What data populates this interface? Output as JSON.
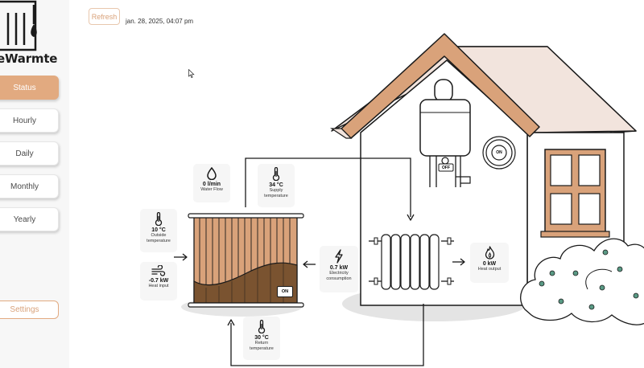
{
  "app": {
    "brand": "eWarmte"
  },
  "nav": {
    "items": [
      {
        "label": "Status",
        "active": true
      },
      {
        "label": "Hourly",
        "active": false
      },
      {
        "label": "Daily",
        "active": false
      },
      {
        "label": "Monthly",
        "active": false
      },
      {
        "label": "Yearly",
        "active": false
      }
    ],
    "settings_label": "Settings"
  },
  "header": {
    "refresh_label": "Refresh",
    "timestamp": "jan. 28, 2025, 04:07 pm"
  },
  "metrics": {
    "water_flow": {
      "value": "0 l/min",
      "label": "Water Flow",
      "icon": "droplet-icon"
    },
    "supply_temp": {
      "value": "34 °C",
      "label": "Supply temperature",
      "icon": "thermometer-icon"
    },
    "outside_temp": {
      "value": "10 °C",
      "label": "Outside temperature",
      "icon": "thermometer-icon"
    },
    "heat_input": {
      "value": "-0.7 kW",
      "label": "Heat input",
      "icon": "wind-icon"
    },
    "electricity": {
      "value": "0.7 kW",
      "label": "Electricity consumption",
      "icon": "lightning-icon"
    },
    "heat_output": {
      "value": "0 kW",
      "label": "Heat output",
      "icon": "flame-icon"
    },
    "return_temp": {
      "value": "30 °C",
      "label": "Return temperature",
      "icon": "thermometer-icon"
    }
  },
  "devices": {
    "heatpump_switch": "ON",
    "boiler_switch": "OFF",
    "thermostat_switch": "ON"
  },
  "colors": {
    "accent": "#e2aa80",
    "roof": "#f2e4dd",
    "wood": "#d9a27a",
    "wood_dark": "#7a5330"
  }
}
